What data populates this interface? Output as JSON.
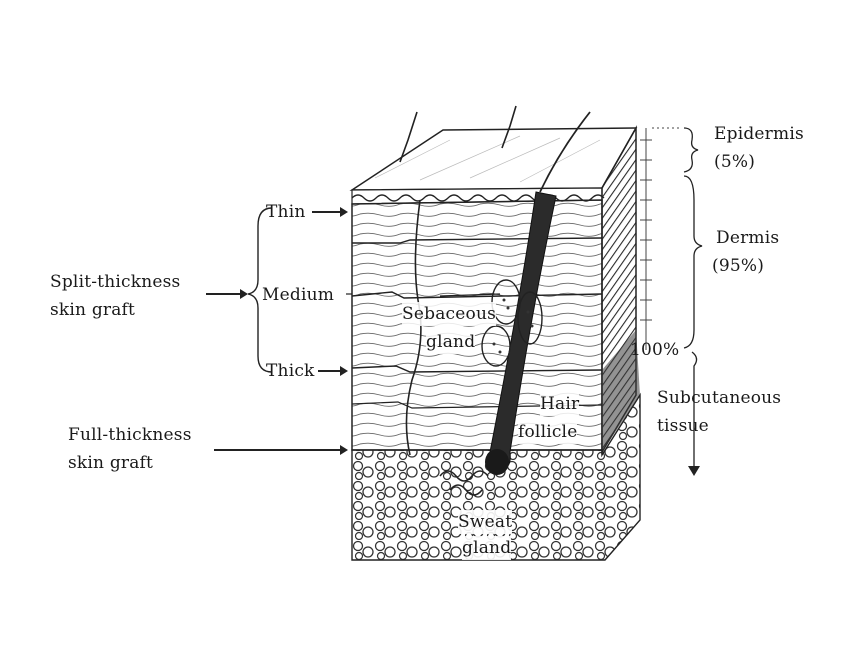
{
  "labels": {
    "epidermis": "Epidermis",
    "epidermis_pct": "(5%)",
    "dermis": "Dermis",
    "dermis_pct": "(95%)",
    "hundred": "100%",
    "subcutaneous_1": "Subcutaneous",
    "subcutaneous_2": "tissue",
    "thin": "Thin",
    "medium": "Medium",
    "thick": "Thick",
    "split_1": "Split-thickness",
    "split_2": "skin graft",
    "full_1": "Full-thickness",
    "full_2": "skin graft",
    "sebaceous_1": "Sebaceous",
    "sebaceous_2": "gland",
    "hair_1": "Hair",
    "hair_2": "follicle",
    "sweat_1": "Sweat",
    "sweat_2": "gland"
  },
  "colors": {
    "ink": "#1a1a1a",
    "shade": "#3a3a3a",
    "paper": "#ffffff"
  }
}
